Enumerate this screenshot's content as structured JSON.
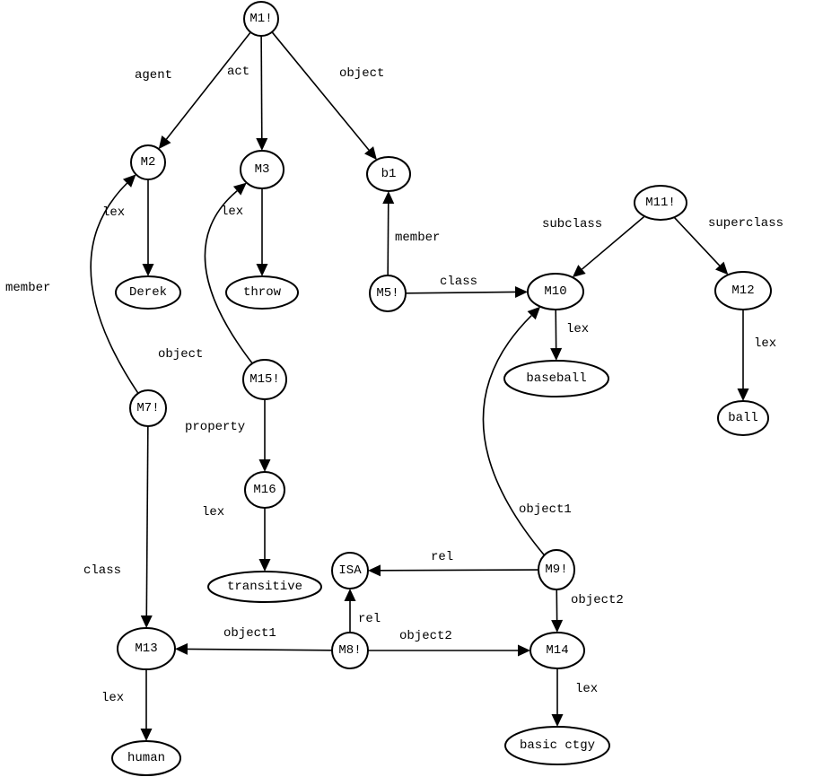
{
  "diagram": {
    "type": "semantic-network",
    "nodes": [
      {
        "id": "M1",
        "label": "M1!"
      },
      {
        "id": "M2",
        "label": "M2"
      },
      {
        "id": "M3",
        "label": "M3"
      },
      {
        "id": "b1",
        "label": "b1"
      },
      {
        "id": "Derek",
        "label": "Derek"
      },
      {
        "id": "throw",
        "label": "throw"
      },
      {
        "id": "M5",
        "label": "M5!"
      },
      {
        "id": "M10",
        "label": "M10"
      },
      {
        "id": "M11",
        "label": "M11!"
      },
      {
        "id": "M12",
        "label": "M12"
      },
      {
        "id": "baseball",
        "label": "baseball"
      },
      {
        "id": "ball",
        "label": "ball"
      },
      {
        "id": "M7",
        "label": "M7!"
      },
      {
        "id": "M15",
        "label": "M15!"
      },
      {
        "id": "M16",
        "label": "M16"
      },
      {
        "id": "transitive",
        "label": "transitive"
      },
      {
        "id": "ISA",
        "label": "ISA"
      },
      {
        "id": "M9",
        "label": "M9!"
      },
      {
        "id": "M8",
        "label": "M8!"
      },
      {
        "id": "M13",
        "label": "M13"
      },
      {
        "id": "M14",
        "label": "M14"
      },
      {
        "id": "human",
        "label": "human"
      },
      {
        "id": "basic_ctgy",
        "label": "basic ctgy"
      }
    ],
    "edges": [
      {
        "from": "M1",
        "to": "M2",
        "label": "agent"
      },
      {
        "from": "M1",
        "to": "M3",
        "label": "act"
      },
      {
        "from": "M1",
        "to": "b1",
        "label": "object"
      },
      {
        "from": "M2",
        "to": "Derek",
        "label": "lex"
      },
      {
        "from": "M3",
        "to": "throw",
        "label": "lex"
      },
      {
        "from": "M5",
        "to": "b1",
        "label": "member"
      },
      {
        "from": "M5",
        "to": "M10",
        "label": "class"
      },
      {
        "from": "M11",
        "to": "M10",
        "label": "subclass"
      },
      {
        "from": "M11",
        "to": "M12",
        "label": "superclass"
      },
      {
        "from": "M10",
        "to": "baseball",
        "label": "lex"
      },
      {
        "from": "M12",
        "to": "ball",
        "label": "lex"
      },
      {
        "from": "M7",
        "to": "M2",
        "label": "member"
      },
      {
        "from": "M7",
        "to": "M13",
        "label": "class"
      },
      {
        "from": "M15",
        "to": "M3",
        "label": "object"
      },
      {
        "from": "M15",
        "to": "M16",
        "label": "property"
      },
      {
        "from": "M16",
        "to": "transitive",
        "label": "lex"
      },
      {
        "from": "M9",
        "to": "M10",
        "label": "object1"
      },
      {
        "from": "M9",
        "to": "ISA",
        "label": "rel"
      },
      {
        "from": "M9",
        "to": "M14",
        "label": "object2"
      },
      {
        "from": "M8",
        "to": "ISA",
        "label": "rel"
      },
      {
        "from": "M8",
        "to": "M13",
        "label": "object1"
      },
      {
        "from": "M8",
        "to": "M14",
        "label": "object2"
      },
      {
        "from": "M13",
        "to": "human",
        "label": "lex"
      },
      {
        "from": "M14",
        "to": "basic_ctgy",
        "label": "lex"
      }
    ]
  }
}
